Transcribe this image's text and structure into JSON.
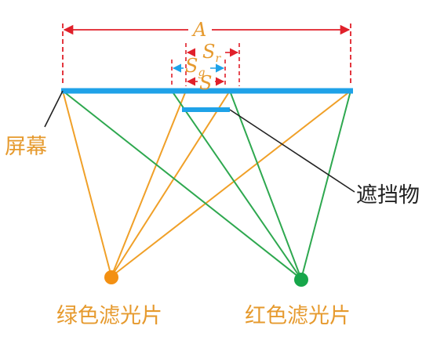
{
  "labels": {
    "A": "A",
    "Sr": "S",
    "Sr_sub": "r",
    "Sg": "S",
    "Sg_sub": "g",
    "S": "S",
    "screen": "屏幕",
    "obstacle": "遮挡物",
    "green_filter": "绿色滤光片",
    "red_filter": "红色滤光片"
  },
  "colors": {
    "screen_bar": "#1fa2e8",
    "obstacle_bar": "#1fa2e8",
    "orange_ray": "#f0a028",
    "green_ray": "#2ea84f",
    "dim_red": "#e0202a",
    "dim_blue": "#1fa2e8",
    "label_orange": "#e69a2e",
    "leader": "#222222",
    "green_source": "#f39012",
    "red_source": "#17a64a"
  }
}
